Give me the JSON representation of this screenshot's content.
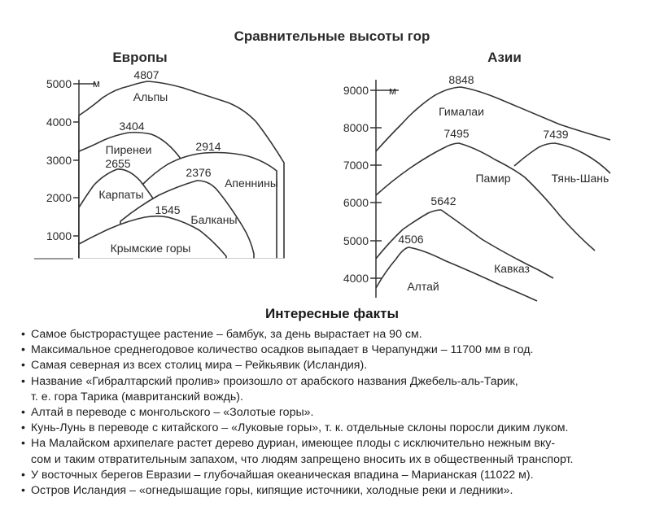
{
  "title": "Сравнительные высоты гор",
  "europe": {
    "heading": "Европы",
    "unit": "м",
    "y_ticks": [
      "5000",
      "4000",
      "3000",
      "2000",
      "1000"
    ],
    "ranges": [
      {
        "name": "Альпы",
        "peak": "4807"
      },
      {
        "name": "Пиренеи",
        "peak": "3404"
      },
      {
        "name": "Карпаты",
        "peak": "2655"
      },
      {
        "name": "Апеннины",
        "peak": "2914"
      },
      {
        "name": "Балканы",
        "peak": "2376"
      },
      {
        "name": "Крымские горы",
        "peak": "1545"
      }
    ]
  },
  "asia": {
    "heading": "Азии",
    "unit": "м",
    "y_ticks": [
      "9000",
      "8000",
      "7000",
      "6000",
      "5000",
      "4000"
    ],
    "ranges": [
      {
        "name": "Гималаи",
        "peak": "8848"
      },
      {
        "name": "Памир",
        "peak": "7495"
      },
      {
        "name": "Тянь-Шань",
        "peak": "7439"
      },
      {
        "name": "Кавказ",
        "peak": "5642"
      },
      {
        "name": "Алтай",
        "peak": "4506"
      }
    ]
  },
  "facts": {
    "title": "Интересные факты",
    "items": [
      [
        "Самое быстрорастущее растение – бамбук, за день вырастает на 90 см."
      ],
      [
        "Максимальное среднегодовое количество осадков выпадает в Черапунджи – 11700 мм в год."
      ],
      [
        "Самая северная из всех столиц мира – Рейкьявик (Исландия)."
      ],
      [
        "Название «Гибралтарский пролив» произошло от арабского  названия Джебель-аль-Тарик,",
        "т. е. гора Тарика (мавританский вождь)."
      ],
      [
        "Алтай в переводе с монгольского – «Золотые горы»."
      ],
      [
        "Кунь-Лунь в переводе с китайского – «Луковые горы», т. к. отдельные склоны поросли диким луком."
      ],
      [
        "На Малайском архипелаге растет дерево дуриан, имеющее плоды с исключительно нежным вку-",
        "сом и таким отвратительным запахом, что людям запрещено вносить их в общественный транспорт."
      ],
      [
        "У восточных берегов Евразии – глубочайшая океаническая впадина – Марианская (11022 м)."
      ],
      [
        "Остров Исландия – «огнедышащие горы, кипящие источники, холодные реки и ледники»."
      ]
    ]
  }
}
